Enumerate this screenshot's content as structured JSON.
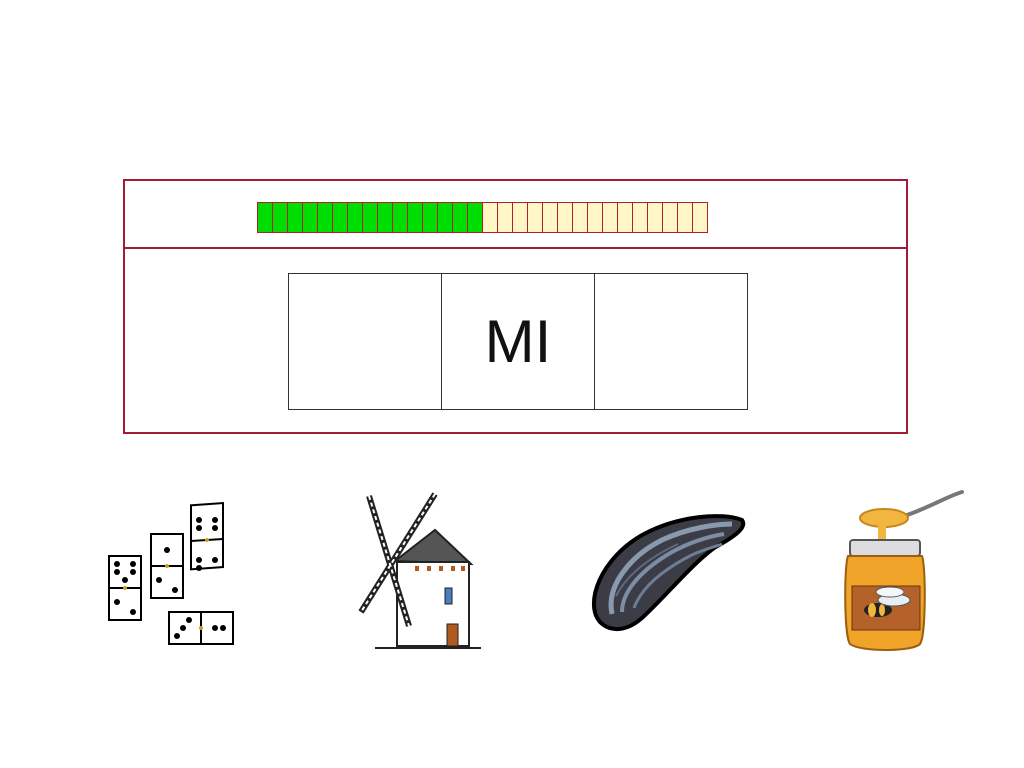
{
  "progress": {
    "completed": 15,
    "total": 30,
    "done_color": "#00dd00",
    "todo_color": "#fff8c6"
  },
  "syllables": {
    "slots": [
      "",
      "MI",
      ""
    ]
  },
  "choices": [
    {
      "icon": "dominoes-icon"
    },
    {
      "icon": "windmill-icon"
    },
    {
      "icon": "mussel-icon"
    },
    {
      "icon": "honey-jar-icon"
    }
  ],
  "colors": {
    "frame": "#a01c37"
  }
}
